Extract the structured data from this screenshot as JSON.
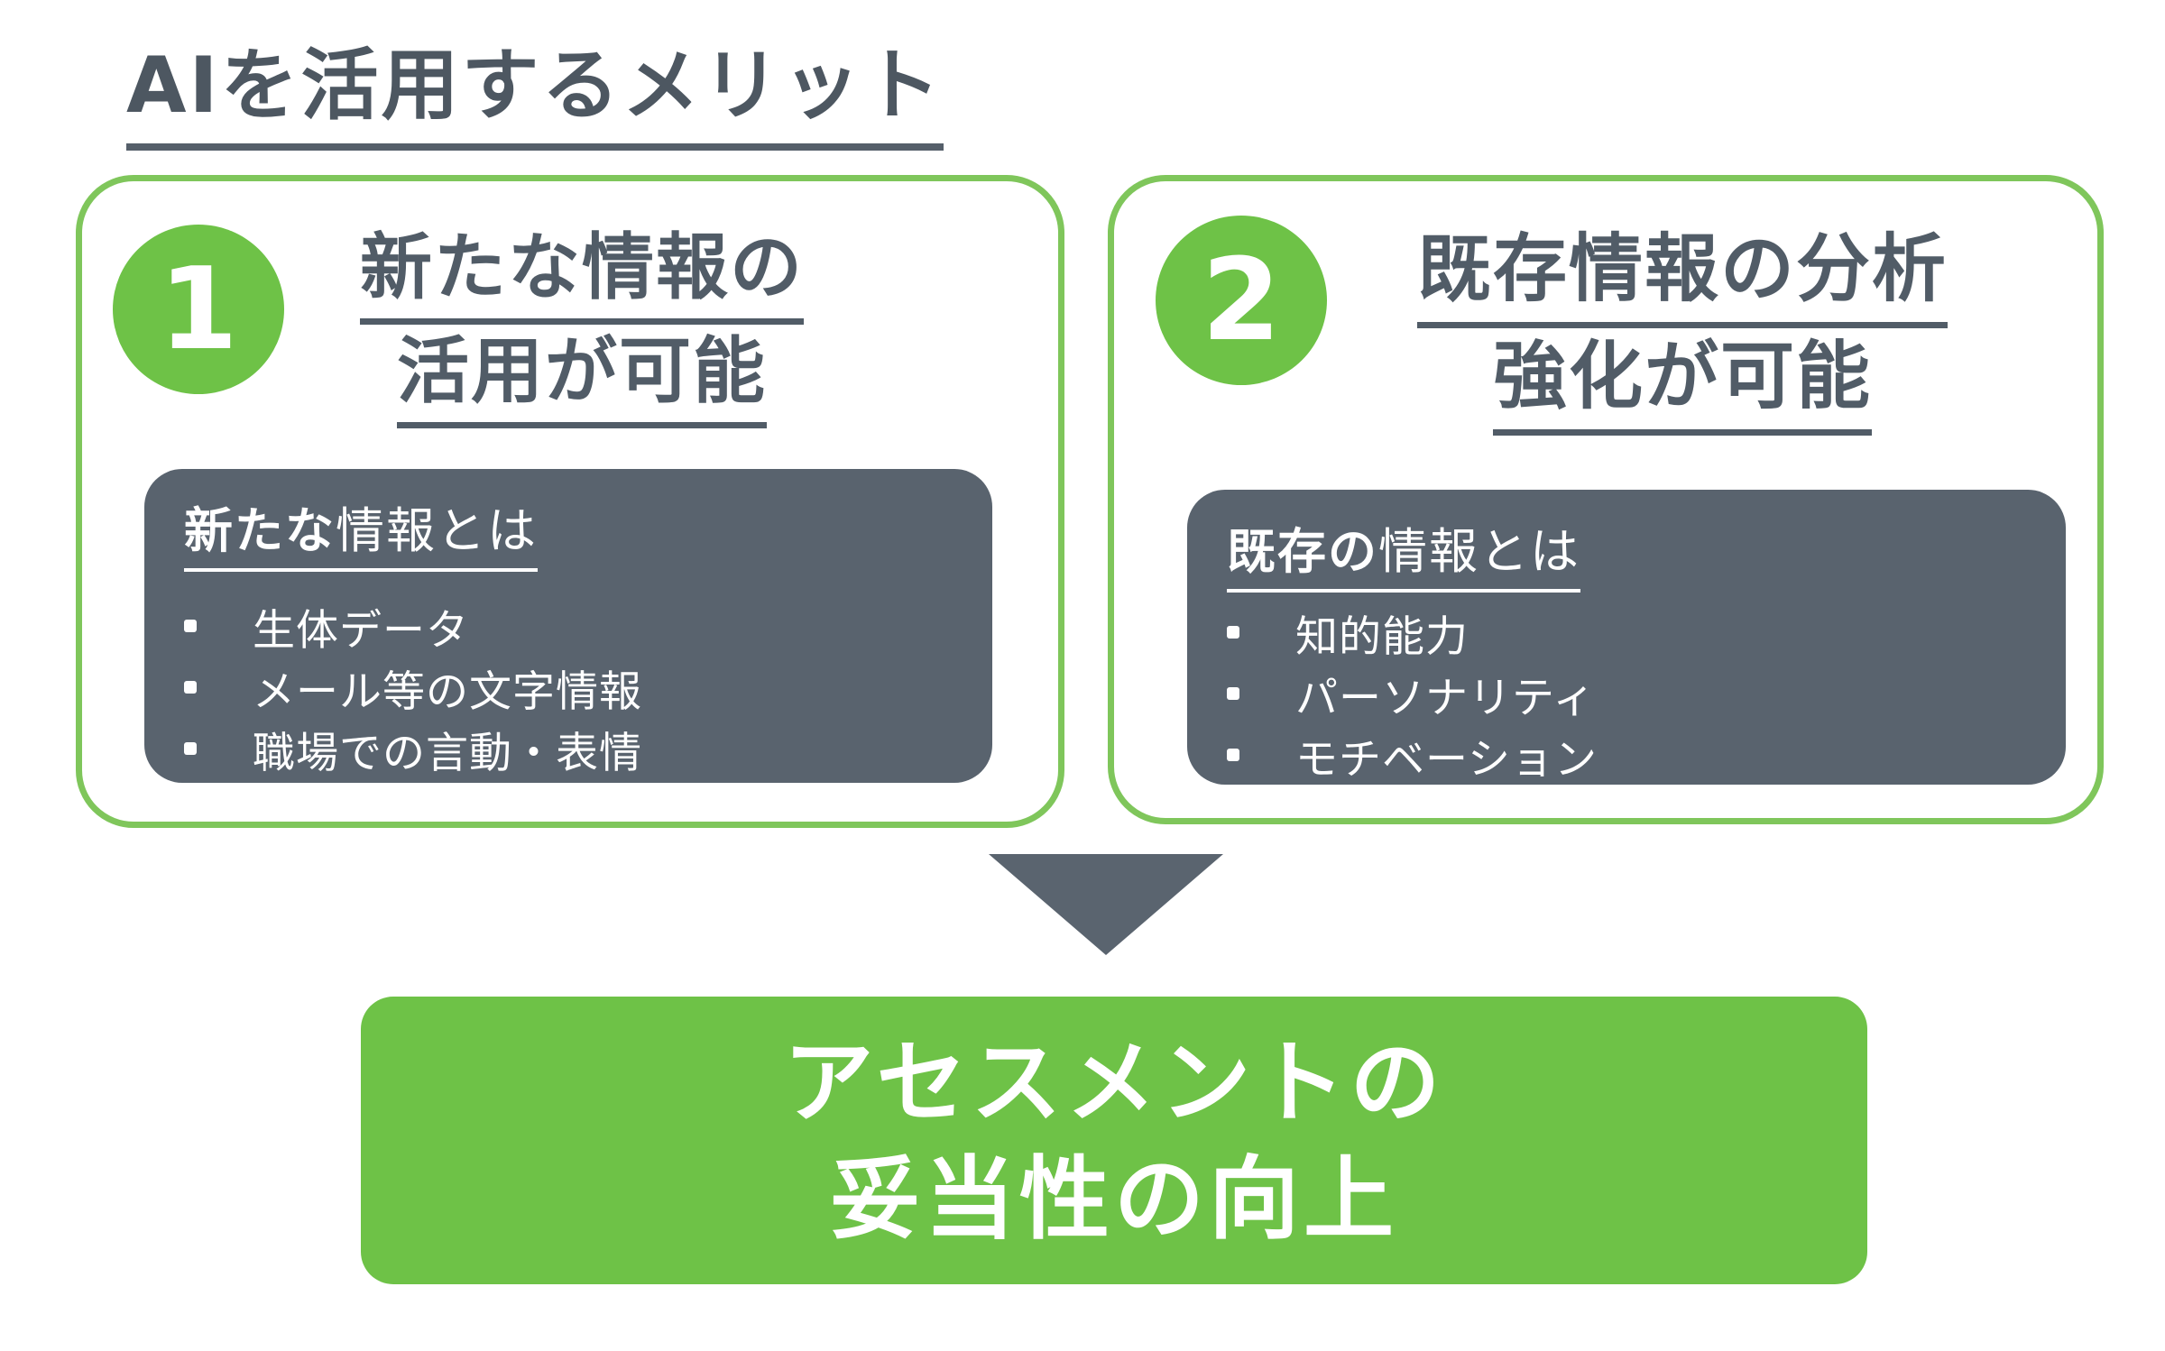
{
  "slide": {
    "title": "AIを活用するメリット",
    "cards": [
      {
        "number": "1",
        "heading": [
          "新たな情報の",
          "活用が可能"
        ],
        "panel_title_bold": "新たな",
        "panel_title_rest": "情報とは",
        "bullets": [
          "生体データ",
          "メール等の文字情報",
          "職場での言動・表情"
        ]
      },
      {
        "number": "2",
        "heading": [
          "既存情報の分析",
          "強化が可能"
        ],
        "panel_title_bold": "既存の",
        "panel_title_rest": "情報とは",
        "bullets": [
          "知的能力",
          "パーソナリティ",
          "モチベーション"
        ]
      }
    ],
    "conclusion": {
      "line1": "アセスメントの",
      "line2": "妥当性の向上"
    },
    "colors": {
      "green": "#6ec247",
      "green_border": "#7fc65b",
      "slate": "#59636e",
      "text": "#515c67",
      "title_text": "#4d5761"
    }
  }
}
